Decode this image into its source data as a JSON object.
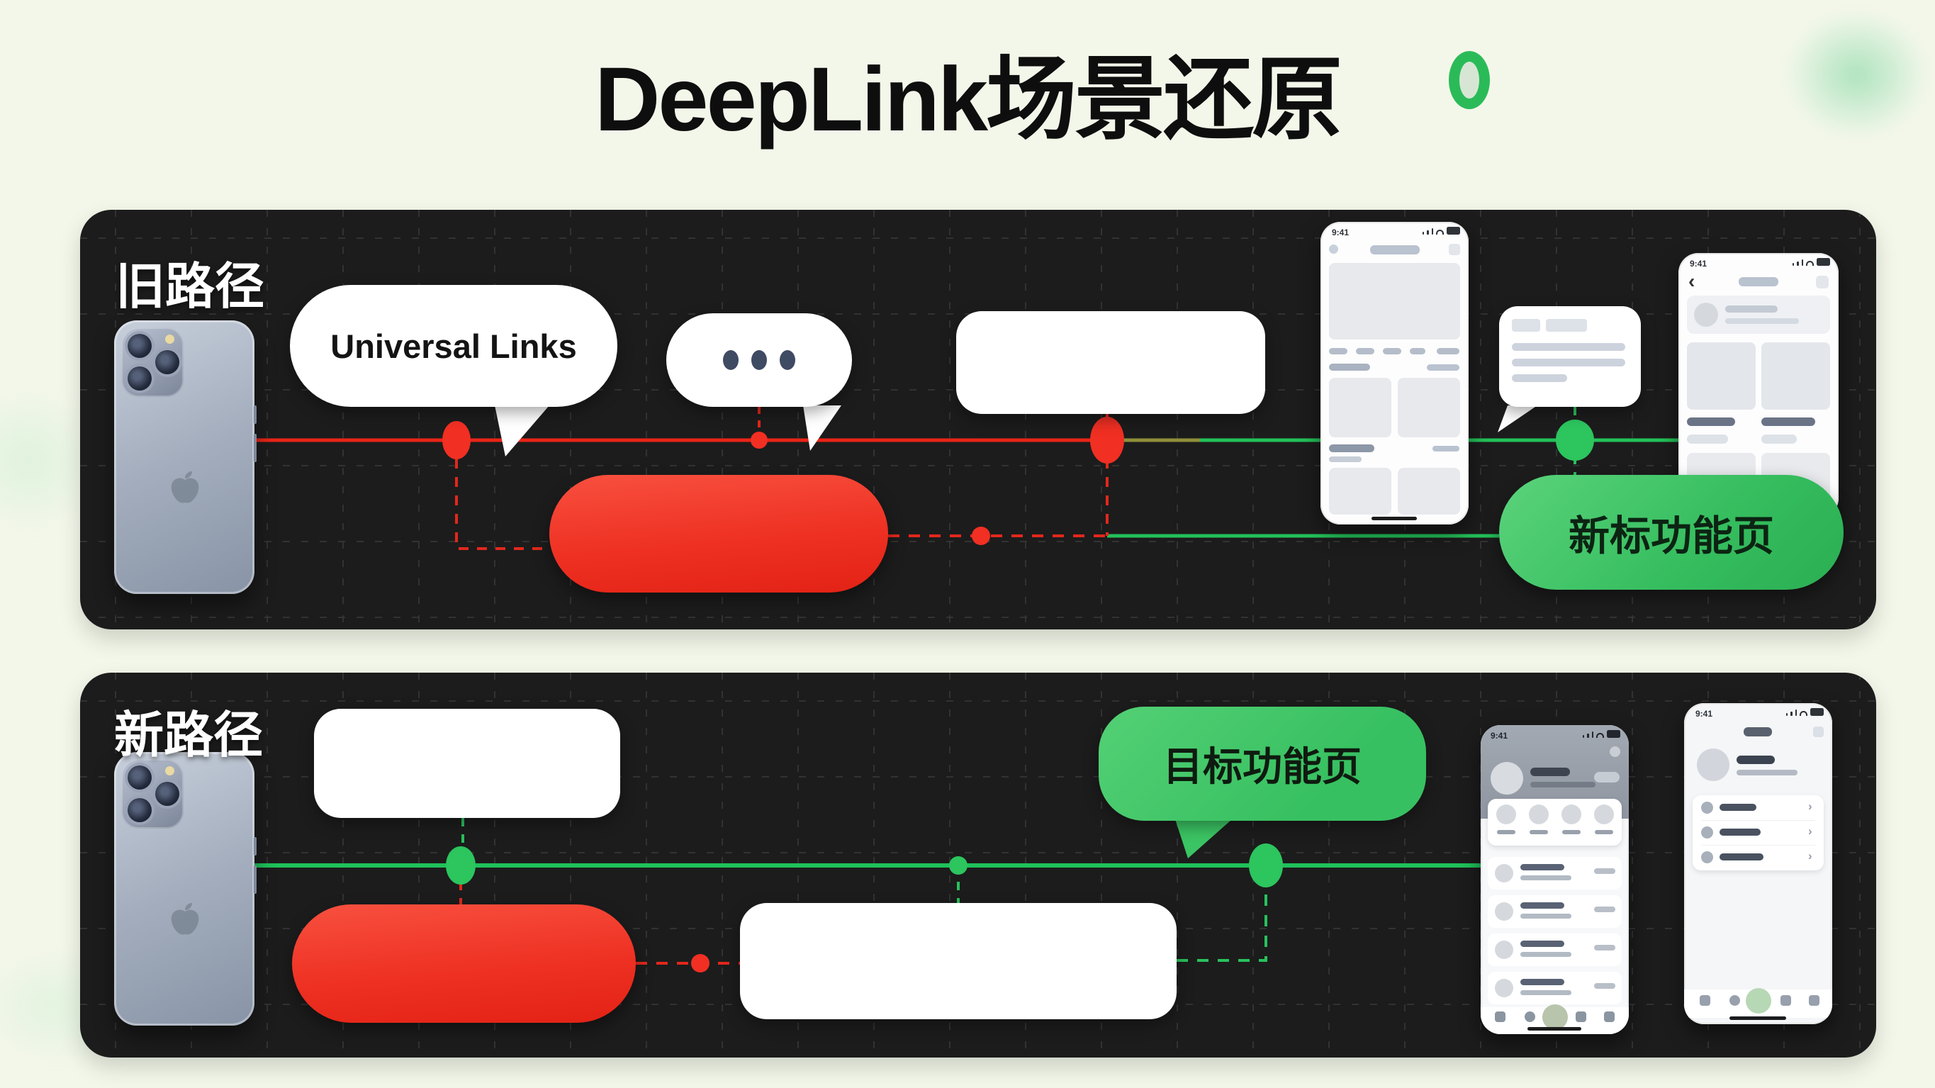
{
  "title": "DeepLink场景还原",
  "old_panel": {
    "label": "旧路径",
    "universal_links_bubble": "Universal Links",
    "result_pill": "新标功能页"
  },
  "new_panel": {
    "label": "新路径",
    "target_bubble": "目标功能页"
  },
  "phone_mockups": {
    "status_time": "9:41"
  },
  "icons": {
    "typing_indicator": "•••",
    "back_chevron": "‹",
    "row_chevron": "›",
    "title_badge": "green-ring-dot"
  },
  "colors": {
    "page_bg": "#f3f7ea",
    "panel_bg": "#1c1c1c",
    "red": "#ee2d1f",
    "green": "#23c159",
    "green_pill": "#3cc566",
    "card_white": "#ffffff"
  }
}
